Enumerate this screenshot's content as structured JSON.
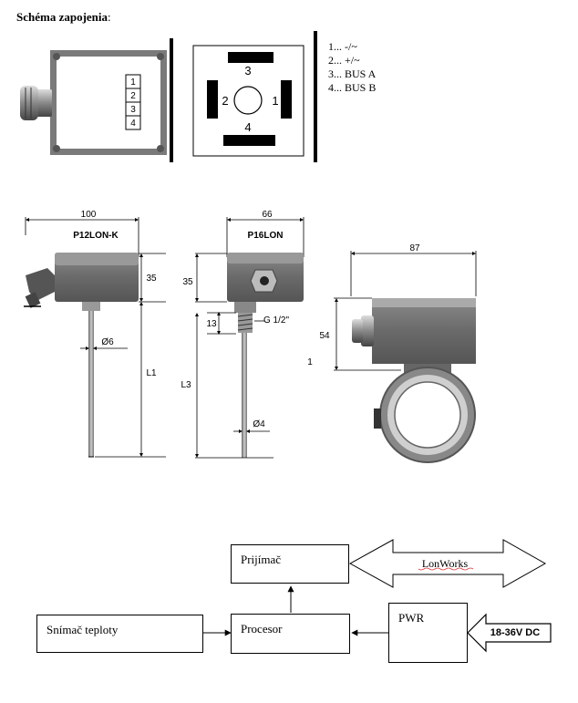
{
  "header": {
    "title_bold": "Schéma zapojenia",
    "title_suffix": ":"
  },
  "terminal_block": {
    "labels": [
      "1",
      "2",
      "3",
      "4"
    ]
  },
  "connector": {
    "pins": [
      "1",
      "2",
      "3",
      "4"
    ]
  },
  "pin_legend": [
    "1... -/~",
    "2... +/~",
    "3... BUS A",
    "4... BUS B"
  ],
  "drawing_p12": {
    "model": "P12LON-K",
    "width": "100",
    "height": "35",
    "diameter": "Ø6",
    "length": "L1"
  },
  "drawing_p16": {
    "model": "P16LON",
    "width": "66",
    "height": "35",
    "thread_len": "13",
    "thread": "G 1/2\"",
    "length": "L3",
    "diameter": "Ø4"
  },
  "drawing_pipe": {
    "width": "87",
    "height": "54",
    "side_mark": "1"
  },
  "block_diagram": {
    "receiver": "Prijímač",
    "network": "LonWorks",
    "sensor": "Snímač teploty",
    "processor": "Procesor",
    "power": "PWR",
    "supply": "18-36V DC"
  },
  "colors": {
    "housing_dark": "#505050",
    "housing_mid": "#7a7a7a",
    "housing_light": "#a8a8a8"
  }
}
